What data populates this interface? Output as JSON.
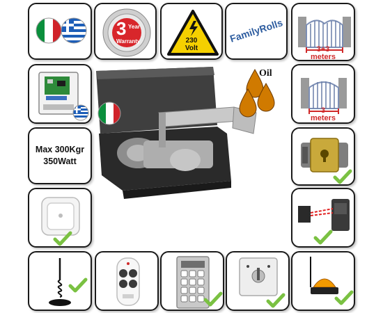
{
  "colors": {
    "tile_border": "#1a1a1a",
    "check_green": "#7ac142",
    "warning_yellow": "#f5d000",
    "caption_red": "#d02a2a",
    "oil_amber": "#d07a00"
  },
  "tiles": {
    "languages": {
      "icons": [
        "italy-flag-icon",
        "greece-flag-icon"
      ]
    },
    "warranty": {
      "number": "3",
      "word": "Year",
      "label": "Warranty",
      "ring_text": "3 Year Warranty"
    },
    "voltage": {
      "value": "230",
      "unit": "Volt"
    },
    "brand": {
      "name": "FamilyRolls"
    },
    "double_gate": {
      "caption_value": "3+3",
      "caption_unit": "meters"
    },
    "single_gate": {
      "caption_value": "3",
      "caption_unit": "meters"
    },
    "specs": {
      "line1": "Max 300Kgr",
      "line2": "350Watt"
    },
    "oil": {
      "label": "Oil"
    }
  },
  "accessories": [
    "control-board-icon",
    "electric-lock-icon",
    "wall-push-button-icon",
    "photocell-sensors-icon",
    "antenna-icon",
    "remote-control-icon",
    "keypad-icon",
    "key-switch-icon",
    "warning-lamp-icon"
  ]
}
